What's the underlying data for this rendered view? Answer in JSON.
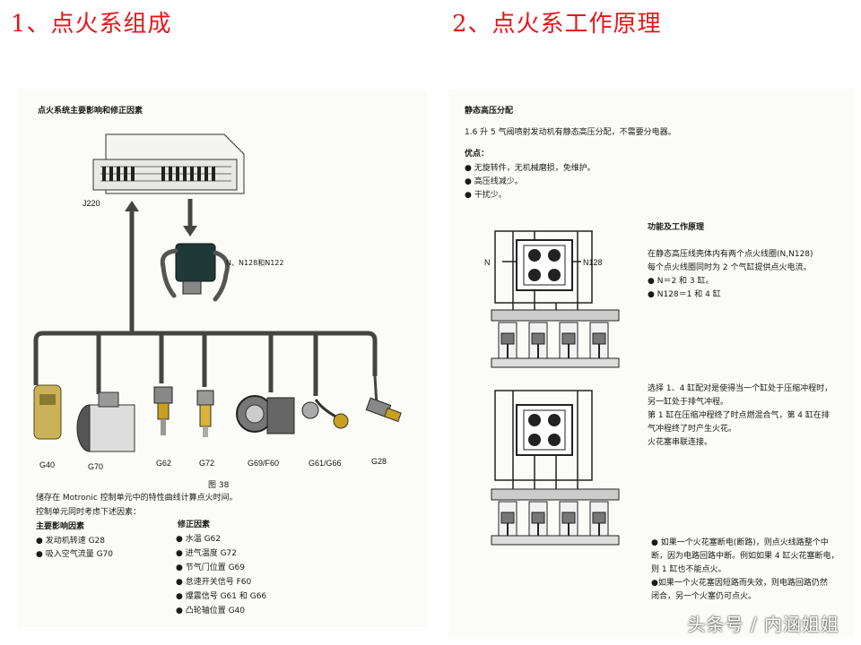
{
  "titles": {
    "left": "1、点火系组成",
    "right": "2、点火系工作原理"
  },
  "left": {
    "heading": "点火系统主要影响和修正因素",
    "ecu_label": "J220",
    "coil_label": "N、N128和N122",
    "sensors": [
      "G40",
      "G70",
      "G62",
      "G72",
      "G69/F60",
      "G61/G66",
      "G28"
    ],
    "figure": "图 38",
    "desc1": "储存在 Motronic 控制单元中的特性曲线计算点火时间。",
    "desc2": "控制单元同时考虑下述因素：",
    "main_head": "主要影响因素",
    "main_items": [
      "发动机转速 G28",
      "吸入空气流量 G70"
    ],
    "corr_head": "修正因素",
    "corr_items": [
      "水温 G62",
      "进气温度 G72",
      "节气门位置 G69",
      "怠速开关信号 F60",
      "爆震信号 G61 和 G66",
      "凸轮轴位置 G40"
    ]
  },
  "right": {
    "heading": "静态高压分配",
    "line1": "1.6 升 5 气阀喷射发动机有静态高压分配，不需要分电器。",
    "adv_head": "优点：",
    "adv_items": [
      "无旋转件，无机械磨损，免维护。",
      "高压线减少。",
      "干扰少。"
    ],
    "func_head": "功能及工作原理",
    "func_lines": [
      "在静态高压线壳体内有两个点火线圈(N,N128)",
      "每个点火线圈同时为 2 个气缸提供点火电流。"
    ],
    "func_items": [
      "N＝2 和 3 缸。",
      "N128＝1 和 4 缸"
    ],
    "coil_n": "N",
    "coil_n128": "N128",
    "sel_lines": [
      "选择 1、4 缸配对是使得当一个缸处于压缩冲程时，",
      "另一缸处于排气冲程。",
      "第 1 缸在压缩冲程终了时点燃混合气，第 4 缸在排",
      "气冲程终了时产生火花。",
      "火花塞串联连接。"
    ],
    "fault_lines": [
      "● 如果一个火花塞断电(断路)，则点火线路整个中",
      "断，因为电路回路中断。例如如果 4 缸火花塞断电，",
      "则 1 缸也不能点火。",
      "●如果一个火花塞因短路而失效，则电路回路仍然",
      "闭合，另一个火塞仍可点火。"
    ]
  },
  "watermark": "头条号 / 内涵姐姐"
}
